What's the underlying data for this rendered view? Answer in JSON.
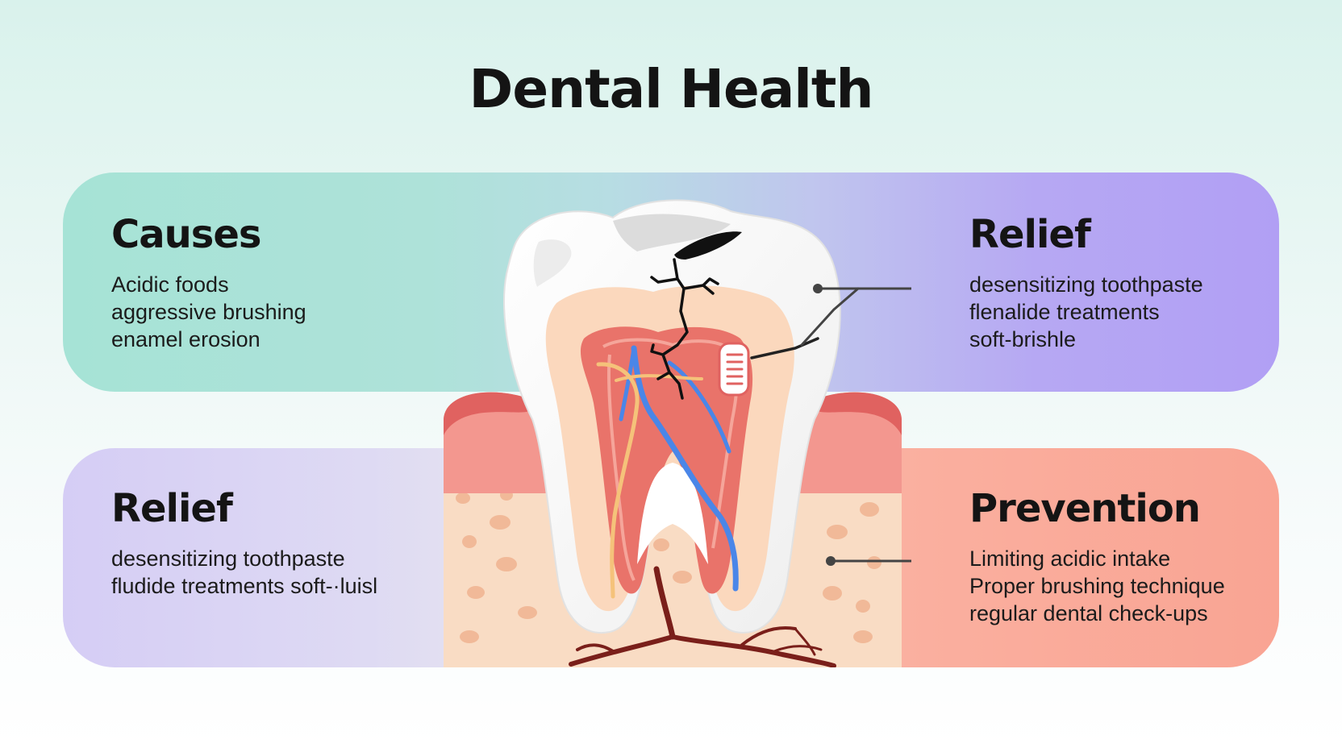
{
  "title": "Dental Health",
  "cards": {
    "causes": {
      "heading": "Causes",
      "items": [
        "Acidic foods",
        "aggressive brushing",
        "enamel erosion"
      ]
    },
    "relief_right": {
      "heading": "Relief",
      "items": [
        "desensitizing toothpaste",
        "flenalide treatments",
        "soft-brishle"
      ]
    },
    "relief_left": {
      "heading": "Relief",
      "items": [
        "desensitizing toothpaste",
        "fludide treatments soft-·luisl"
      ]
    },
    "prevention": {
      "heading": "Prevention",
      "items": [
        "Limiting acidic intake",
        "Proper brushing technique",
        "regular dental check-ups"
      ]
    }
  },
  "illustration": {
    "subject": "tooth-cross-section",
    "icons": [
      "crack-icon",
      "nerve-icon",
      "toothbrush-icon",
      "bone-icon",
      "root-vessel-icon"
    ]
  },
  "colors": {
    "causes_bg": "#a6e3d6",
    "relief_right_bg": "#b19ff4",
    "relief_left_bg": "#d5cdf5",
    "prevention_bg": "#f9a493",
    "gum": "#f3978f",
    "pulp": "#e9736a",
    "dentin": "#fbd8bd",
    "bone": "#f9dcc4",
    "nerve_blue": "#4a86e8",
    "nerve_yellow": "#f5c27a",
    "root_vessel": "#7a1f1a"
  }
}
